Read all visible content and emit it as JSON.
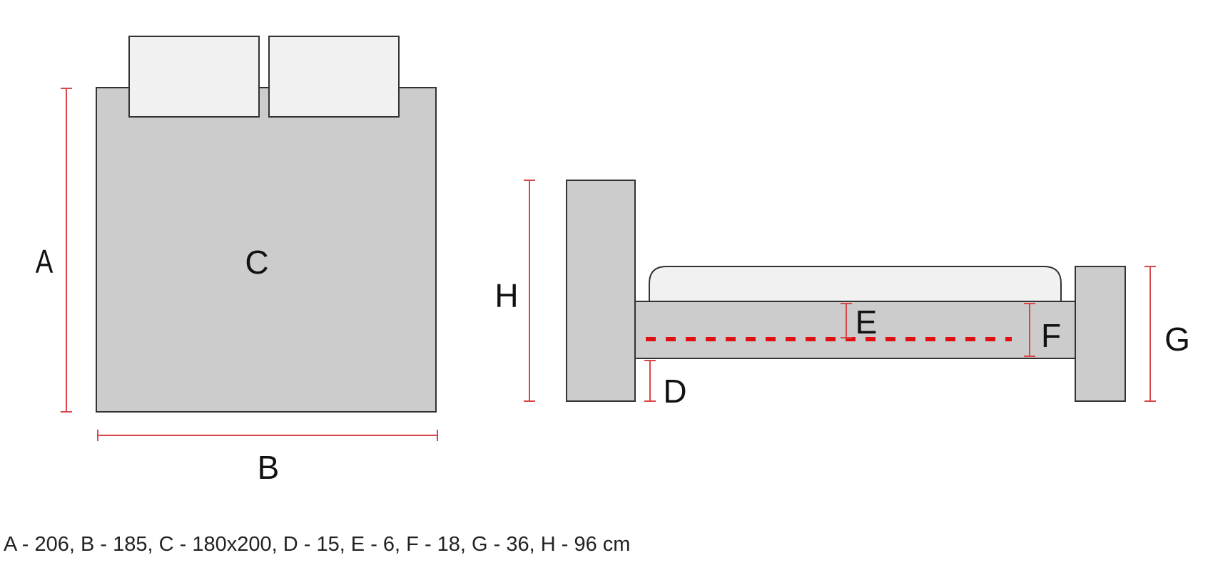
{
  "labels": {
    "a": "A",
    "b": "B",
    "c": "C",
    "d": "D",
    "e": "E",
    "f": "F",
    "g": "G",
    "h": "H"
  },
  "caption": "A - 206, B - 185, C - 180x200, D - 15, E - 6, F - 18, G - 36, H - 96 cm",
  "colors": {
    "dimension": "#d9474a",
    "dotted": "#e01010",
    "fill": "#cccccc",
    "pillow": "#f1f1f1"
  }
}
